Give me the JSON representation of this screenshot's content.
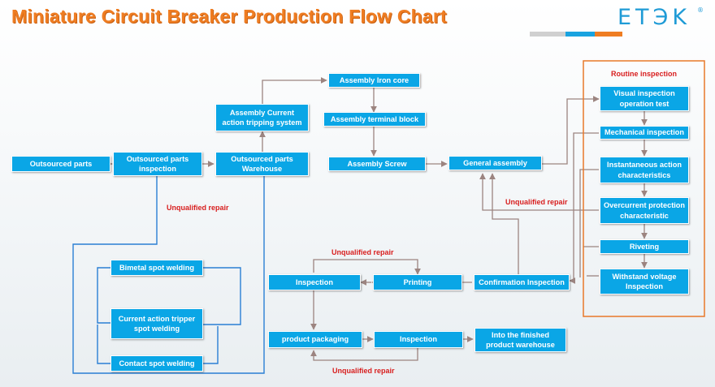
{
  "header": {
    "title": "Miniature Circuit Breaker Production Flow Chart",
    "logo": "ETЭK",
    "logo_mark": "®"
  },
  "colors": {
    "title": "#ef7d22",
    "node": "#0aa6e6",
    "connector": "#9c8480",
    "loop_line": "#2a7fd4",
    "repair_text": "#d81e1e",
    "routine_border": "#e8792a",
    "bar_gray": "#d0d0d0",
    "bar_blue": "#19a3e0",
    "bar_orange": "#ef7d22"
  },
  "nodes": {
    "outsourced_parts": "Outsourced parts",
    "outsourced_inspection": "Outsourced parts\ninspection",
    "outsourced_warehouse": "Outsourced parts\nWarehouse",
    "assembly_tripping": "Assembly Current\naction tripping system",
    "assembly_iron_core": "Assembly Iron core",
    "assembly_terminal_block": "Assembly terminal block",
    "assembly_screw": "Assembly Screw",
    "general_assembly": "General assembly",
    "visual_inspection": "Visual inspection\noperation test",
    "mechanical_inspection": "Mechanical inspection",
    "instantaneous_action": "Instantaneous action\ncharacteristics",
    "overcurrent_protection": "Overcurrent protection\ncharacteristic",
    "riveting": "Riveting",
    "withstand_voltage": "Withstand voltage\nInspection",
    "bimetal_welding": "Bimetal spot welding",
    "tripper_welding": "Current action tripper\nspot welding",
    "contact_welding": "Contact spot welding",
    "confirmation_inspection": "Confirmation Inspection",
    "printing": "Printing",
    "inspection_1": "Inspection",
    "product_packaging": "product packaging",
    "inspection_2": "Inspection",
    "finished_warehouse": "Into the finished\nproduct warehouse"
  },
  "labels": {
    "routine_inspection": "Routine inspection",
    "repair_1": "Unqualified repair",
    "repair_2": "Unqualified repair",
    "repair_3": "Unqualified repair",
    "repair_4": "Unqualified repair"
  }
}
